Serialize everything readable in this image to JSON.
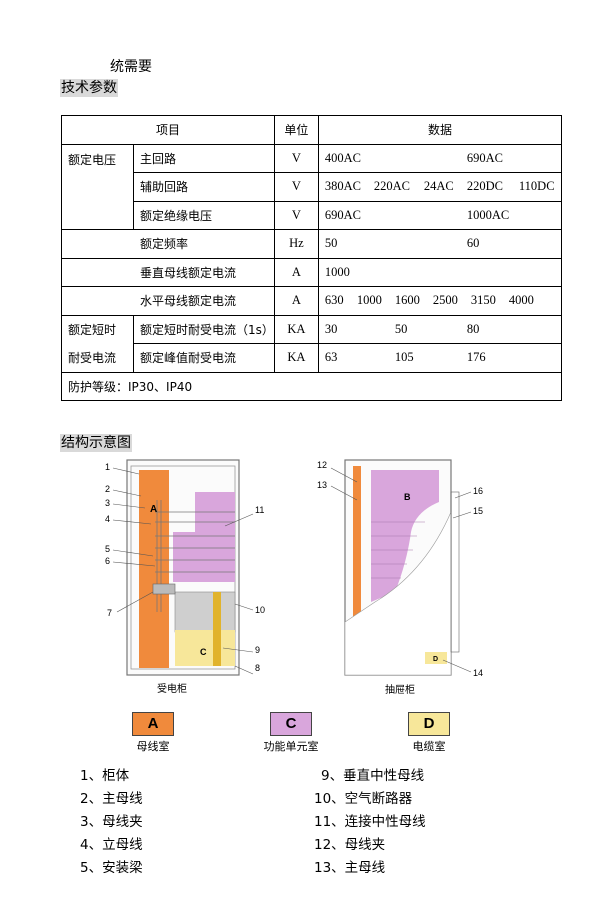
{
  "header_fragment": "统需要",
  "tech_heading": "技术参数",
  "table": {
    "headers": [
      "项目",
      "单位",
      "数据"
    ],
    "rows": [
      {
        "group": "额定电压",
        "item": "主回路",
        "unit": "V",
        "values": [
          "400AC",
          "690AC"
        ]
      },
      {
        "item": "辅助回路",
        "unit": "V",
        "values": [
          "380AC",
          "220AC",
          "24AC",
          "220DC",
          "110DC"
        ]
      },
      {
        "item": "额定绝缘电压",
        "unit": "V",
        "values": [
          "690AC",
          "1000AC"
        ]
      },
      {
        "item": "额定频率",
        "unit": "Hz",
        "values": [
          "50",
          "60"
        ]
      },
      {
        "item": "垂直母线额定电流",
        "unit": "A",
        "values": [
          "1000"
        ]
      },
      {
        "item": "水平母线额定电流",
        "unit": "A",
        "values": [
          "630",
          "1000",
          "1600",
          "2500",
          "3150",
          "4000"
        ]
      },
      {
        "group_lines": [
          "额定短时",
          "耐受电流"
        ],
        "item": "额定短时耐受电流（1s）",
        "unit": "KA",
        "values": [
          "30",
          "50",
          "80"
        ]
      },
      {
        "item": "额定峰值耐受电流",
        "unit": "KA",
        "values": [
          "63",
          "105",
          "176"
        ]
      }
    ],
    "footer": "防护等级：IP30、IP40"
  },
  "struct_heading": "结构示意图",
  "diagram": {
    "left_caption": "受电柜",
    "right_caption": "抽屉柜",
    "left_callouts": [
      "1",
      "2",
      "3",
      "4",
      "5",
      "6",
      "7",
      "8",
      "9",
      "10",
      "11"
    ],
    "right_callouts": [
      "12",
      "13",
      "14",
      "15",
      "16"
    ],
    "room_letters": [
      "A",
      "C",
      "B",
      "D"
    ]
  },
  "legend": [
    {
      "letter": "A",
      "label": "母线室",
      "color": "#f08a3c"
    },
    {
      "letter": "C",
      "label": "功能单元室",
      "color": "#d9a6dc"
    },
    {
      "letter": "D",
      "label": "电缆室",
      "color": "#f7e79a"
    }
  ],
  "parts_left": [
    "1、柜体",
    "2、主母线",
    "3、母线夹",
    "4、立母线",
    "5、安装梁"
  ],
  "parts_right": [
    "9、垂直中性母线",
    "10、空气断路器",
    "11、连接中性母线",
    "12、母线夹",
    "13、主母线"
  ]
}
